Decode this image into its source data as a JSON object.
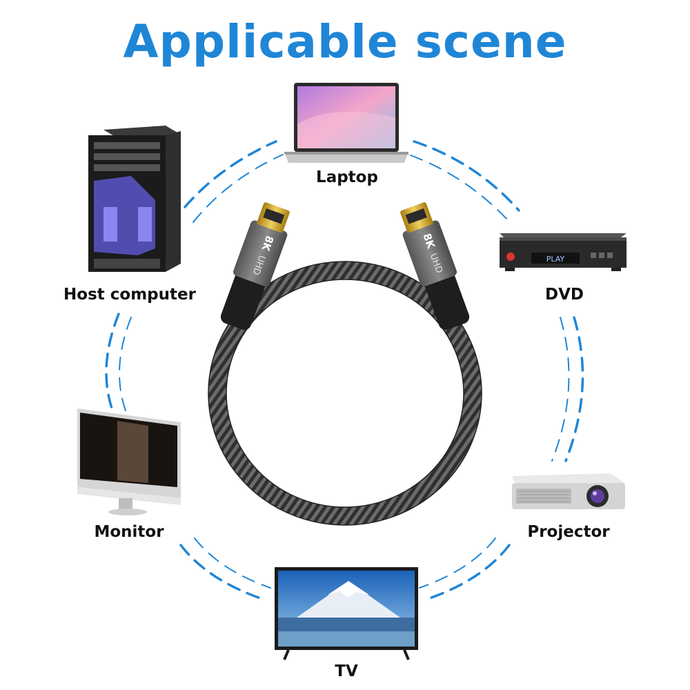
{
  "title": "Applicable scene",
  "colors": {
    "accent": "#1f86d6",
    "label": "#111111",
    "cable_braid": "#3a3a3a",
    "connector_shell": "#6a6a6a",
    "connector_gold": "#c9a227"
  },
  "devices": [
    {
      "label": "Laptop",
      "icon": "laptop-icon"
    },
    {
      "label": "Host computer",
      "icon": "desktop-tower-icon"
    },
    {
      "label": "DVD",
      "icon": "dvd-player-icon"
    },
    {
      "label": "Monitor",
      "icon": "monitor-icon"
    },
    {
      "label": "Projector",
      "icon": "projector-icon"
    },
    {
      "label": "TV",
      "icon": "tv-icon"
    }
  ],
  "connector_marks": {
    "resolution": "8K",
    "format": "UHD"
  },
  "dvd_display": "PLAY"
}
